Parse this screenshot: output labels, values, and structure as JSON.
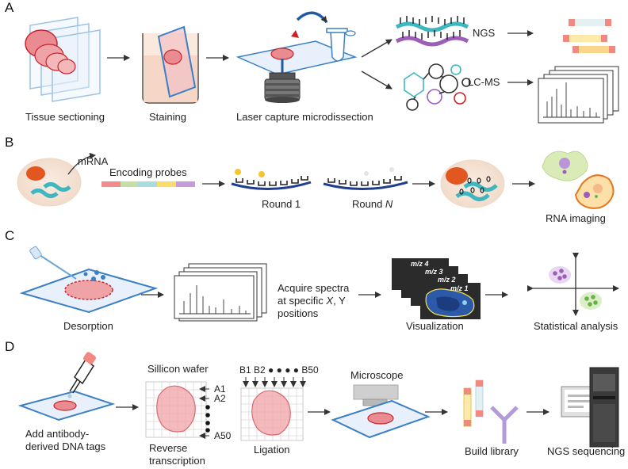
{
  "panels": {
    "a": {
      "letter": "A",
      "tissue_sectioning": "Tissue sectioning",
      "staining": "Staining",
      "lcm": "Laser capture microdissection",
      "ngs": "NGS",
      "lcms": "LC-MS"
    },
    "b": {
      "letter": "B",
      "mrna": "mRNA",
      "encoding_probes": "Encoding probes",
      "round_1": "Round 1",
      "round_n_prefix": "Round ",
      "round_n_var": "N",
      "rna_imaging": "RNA imaging"
    },
    "c": {
      "letter": "C",
      "desorption": "Desorption",
      "acquire_line1": "Acquire spectra",
      "acquire_line2_prefix": "at specific ",
      "acquire_x": "X",
      "acquire_line2_suffix": ", Y",
      "acquire_line3": "positions",
      "mz4": "m/z 4",
      "mz3": "m/z 3",
      "mz2": "m/z 2",
      "mz1": "m/z 1",
      "visualization": "Visualization",
      "statistical_analysis": "Statistical analysis"
    },
    "d": {
      "letter": "D",
      "add_tags_line1": "Add antibody-",
      "add_tags_line2": "derived DNA tags",
      "sillicon_wafer": "Sillicon wafer",
      "row_labels": [
        "A1",
        "A2",
        "A50"
      ],
      "reverse_line1": "Reverse",
      "reverse_line2": "transcription",
      "col_header": "B1 B2 ● ● ● ● B50",
      "ligation": "Ligation",
      "microscope": "Microscope",
      "build_library": "Build library",
      "ngs_sequencing": "NGS sequencing"
    }
  },
  "colors": {
    "tissue_fill": "#f0a3a7",
    "tissue_stroke": "#c9252c",
    "slide_blue": "#3b7fc4",
    "probe_teal": "#3fb7c0",
    "probe_purple": "#9b5fb8",
    "dark_blue": "#1f3e8f",
    "cell_fill": "#f6e3d5",
    "nucleus": "#e2571f",
    "arrow": "#333333"
  }
}
